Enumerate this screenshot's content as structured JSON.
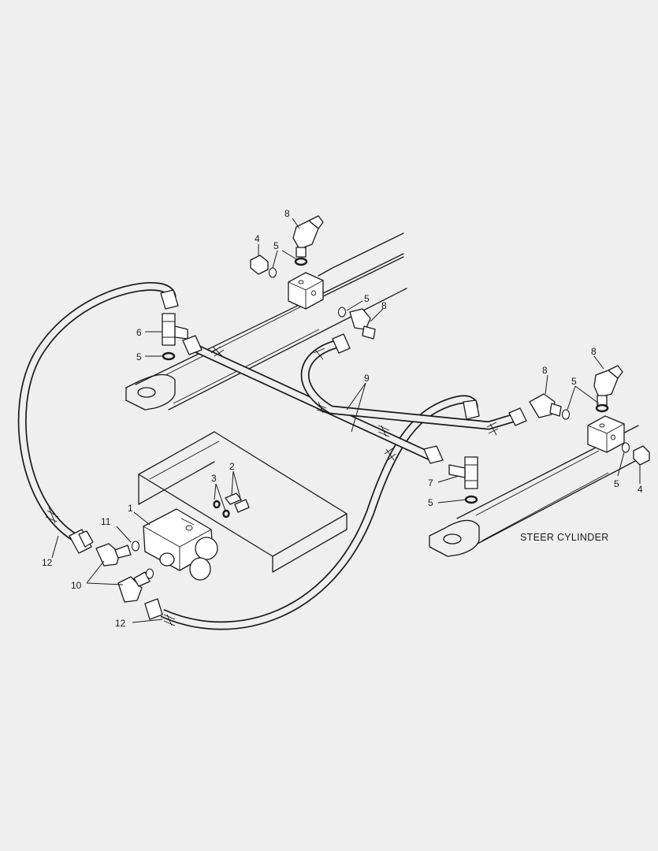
{
  "caption": "STEER CYLINDER",
  "callouts": {
    "c1": "1",
    "c2": "2",
    "c3": "3",
    "c4a": "4",
    "c4b": "4",
    "c5a": "5",
    "c5b": "5",
    "c5c": "5",
    "c5d": "5",
    "c5e": "5",
    "c5f": "5",
    "c6": "6",
    "c7": "7",
    "c8a": "8",
    "c8b": "8",
    "c8c": "8",
    "c8d": "8",
    "c9": "9",
    "c10": "10",
    "c11": "11",
    "c12a": "12",
    "c12b": "12"
  }
}
